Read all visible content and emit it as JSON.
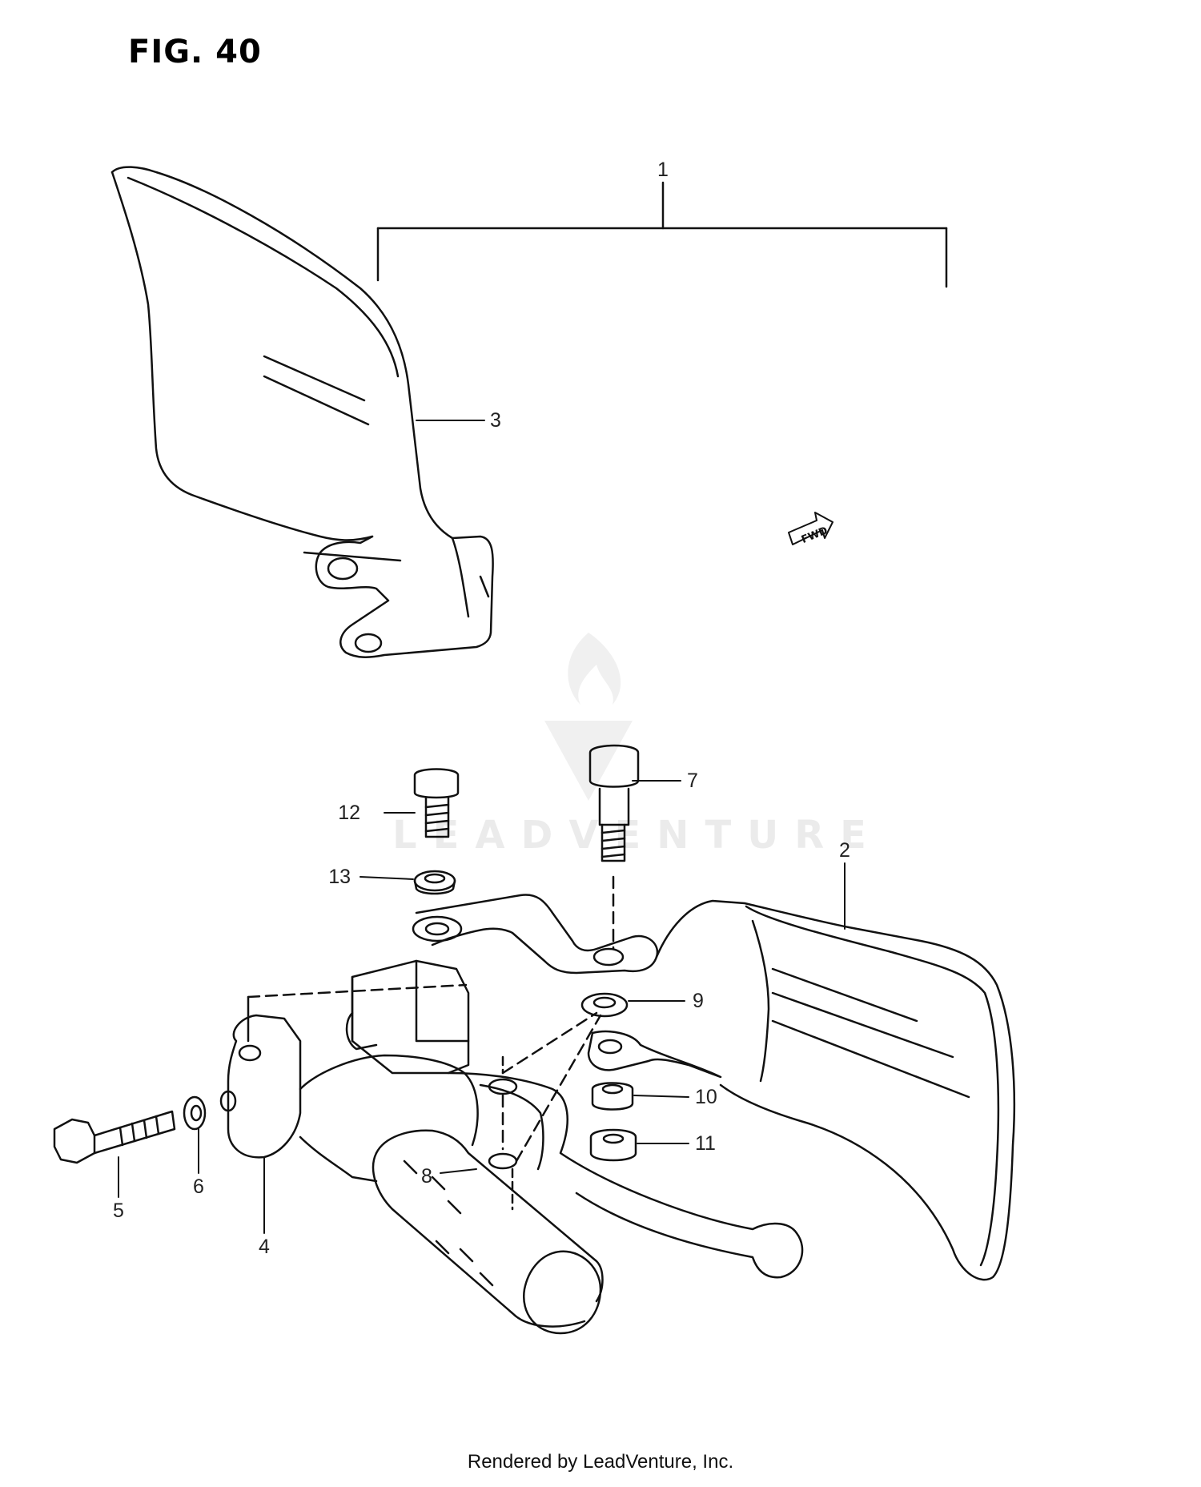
{
  "figure_title": "FIG. 40",
  "callouts": {
    "c1": "1",
    "c2": "2",
    "c3": "3",
    "c4": "4",
    "c5": "5",
    "c6": "6",
    "c7": "7",
    "c8": "8",
    "c9": "9",
    "c10": "10",
    "c11": "11",
    "c12": "12",
    "c13": "13"
  },
  "fwd_arrow": "FWD",
  "watermark": "LEADVENTURE",
  "footer": "Rendered by LeadVenture, Inc."
}
